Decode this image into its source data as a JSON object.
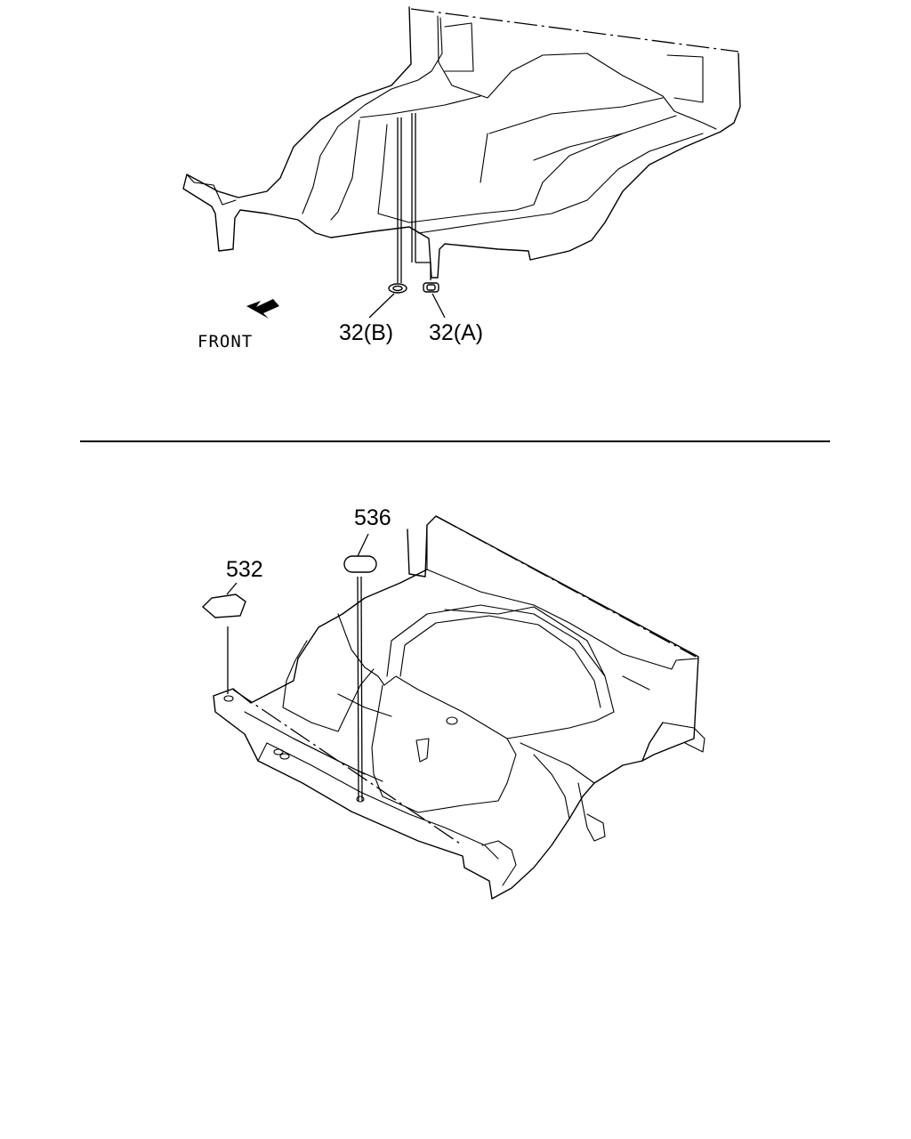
{
  "top_view": {
    "direction_label": "FRONT",
    "callouts": [
      {
        "id": "32b",
        "text": "32(B)"
      },
      {
        "id": "32a",
        "text": "32(A)"
      }
    ]
  },
  "bottom_view": {
    "callouts": [
      {
        "id": "536",
        "text": "536"
      },
      {
        "id": "532",
        "text": "532"
      }
    ]
  }
}
